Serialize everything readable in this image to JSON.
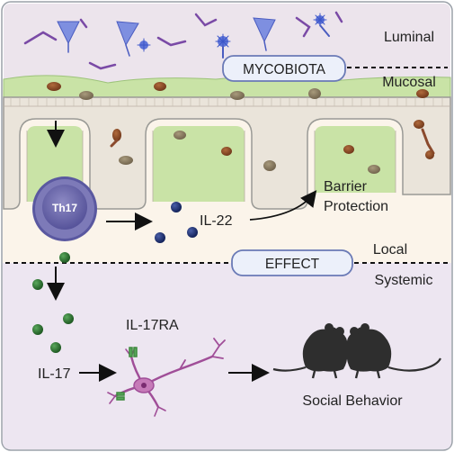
{
  "zones": {
    "luminal": "Luminal",
    "mucosal": "Mucosal",
    "local": "Local",
    "systemic": "Systemic"
  },
  "boxes": {
    "mycobiota": "MYCOBIOTA",
    "effect": "EFFECT"
  },
  "cells": {
    "th17": "Th17"
  },
  "cytokines": {
    "il22": "IL-22",
    "il17": "IL-17",
    "il17ra": "IL-17RA"
  },
  "outcomes": {
    "barrier_line1": "Barrier",
    "barrier_line2": "Protection",
    "social": "Social Behavior"
  },
  "colors": {
    "luminal_bg": "#ece4ec",
    "mucosal_green": "#c9e3a6",
    "epithelium": "#eae4da",
    "local_bg": "#fbf4ea",
    "systemic_bg": "#ede6f1",
    "th17": "#6e6bab",
    "il22_bead": "#1c2f6e",
    "il17_bead": "#2b6f2f",
    "neuron": "#a04e98",
    "fungus_blue": "#6e7ed8",
    "fungal_cell": "#8b4a2d",
    "mouse": "#2e2e2e"
  },
  "icons": {
    "th17_cell": "lymphocyte",
    "neuron": "neuron",
    "mice": "mouse-pair",
    "fungi": "hyphae-and-spores"
  }
}
